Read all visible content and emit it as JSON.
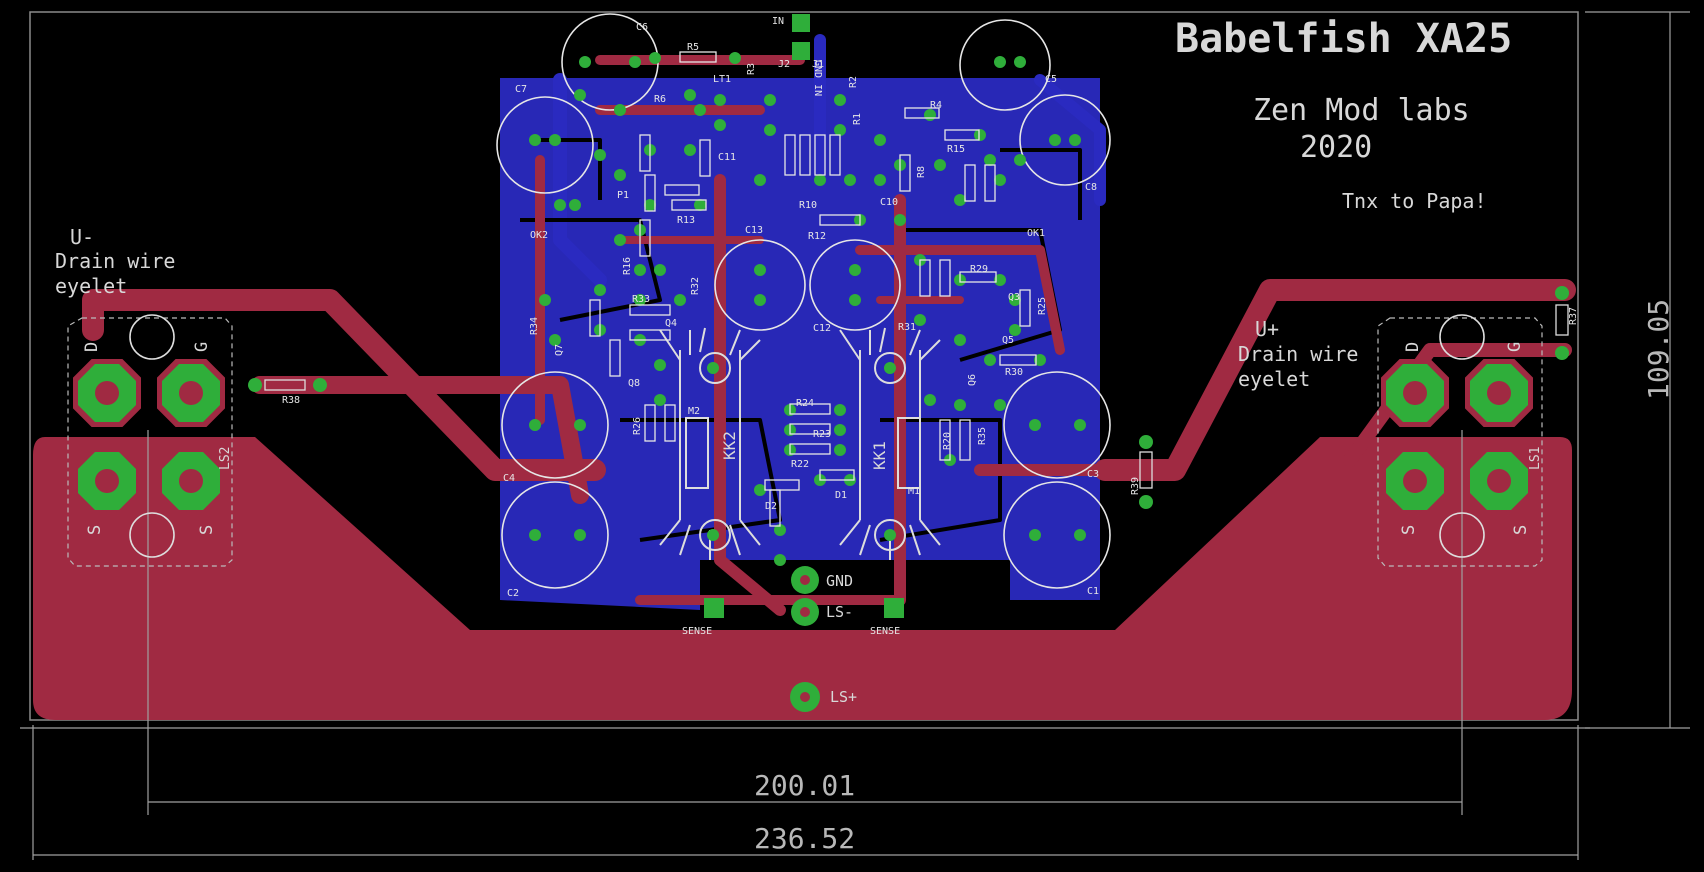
{
  "colors": {
    "background": "#000000",
    "top_copper": "#a02a42",
    "bottom_copper": "#2a2ac0",
    "pad": "#2fae3a",
    "silkscreen": "#e6e6e6",
    "dimension": "#a0a0a0"
  },
  "header": {
    "title": "Babelfish XA25",
    "maker": "Zen Mod labs",
    "year": "2020",
    "thanks": "Tnx to Papa!"
  },
  "left_eyelet": {
    "polarity": "U-",
    "line1": "Drain wire",
    "line2": "eyelet",
    "designator": "LS2",
    "pin_d": "D",
    "pin_g": "G",
    "pin_s1": "S",
    "pin_s2": "S",
    "resistor": "R38"
  },
  "right_eyelet": {
    "polarity": "U+",
    "line1": "Drain wire",
    "line2": "eyelet",
    "designator": "LS1",
    "pin_d": "D",
    "pin_g": "G",
    "pin_s1": "S",
    "pin_s2": "S",
    "resistor_a": "R37",
    "resistor_b": "R39"
  },
  "connectors": {
    "gnd": "GND",
    "ls_minus": "LS-",
    "ls_plus": "LS+",
    "sense_left": "SENSE",
    "sense_right": "SENSE",
    "in": "IN",
    "gnd_in": "GND IN"
  },
  "heatsinks": {
    "left": "KK2",
    "right": "KK1",
    "left_part": "M2",
    "right_part": "M1"
  },
  "caps": {
    "c1": "C1",
    "c2": "C2",
    "c3": "C3",
    "c4": "C4",
    "c5": "C5",
    "c6": "C6",
    "c7": "C7",
    "c8": "C8",
    "c10": "C10",
    "c11": "C11",
    "c12": "C12",
    "c13": "C13"
  },
  "parts": {
    "ok1": "OK1",
    "ok2": "OK2",
    "p1": "P1",
    "r1": "R1",
    "r2": "R2",
    "r3": "R3",
    "r4": "R4",
    "r5": "R5",
    "r6": "R6",
    "r8": "R8",
    "r10": "R10",
    "r12": "R12",
    "r13": "R13",
    "r15": "R15",
    "r16": "R16",
    "r20": "R20",
    "r22": "R22",
    "r23": "R23",
    "r24": "R24",
    "r25": "R25",
    "r26": "R26",
    "r29": "R29",
    "r30": "R30",
    "r31": "R31",
    "r32": "R32",
    "r33": "R33",
    "r34": "R34",
    "r35": "R35",
    "d1": "D1",
    "d2": "D2",
    "j1": "J1",
    "j2": "J2",
    "q3": "Q3",
    "q4": "Q4",
    "q5": "Q5",
    "q6": "Q6",
    "q7": "Q7",
    "q8": "Q8",
    "lt1": "LT1"
  },
  "dimensions": {
    "inner_width": "200.01",
    "outer_width": "236.52",
    "height": "109.05"
  }
}
